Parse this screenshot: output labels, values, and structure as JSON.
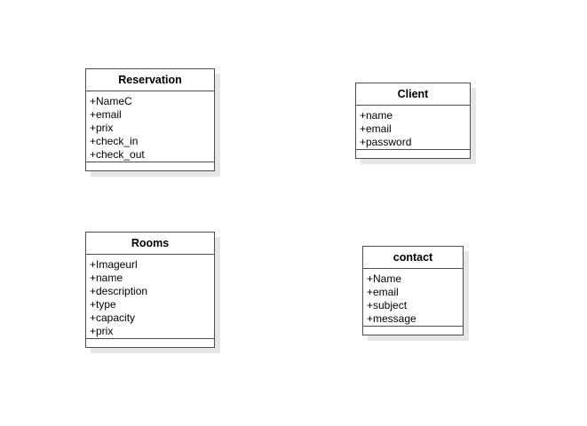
{
  "colors": {
    "border": "#4d4d4d",
    "shadow": "#e6e6e6",
    "background": "#ffffff",
    "text": "#000000"
  },
  "classes": {
    "reservation": {
      "name": "Reservation",
      "attributes": [
        "+NameC",
        "+email",
        "+prix",
        "+check_in",
        "+check_out"
      ]
    },
    "client": {
      "name": "Client",
      "attributes": [
        "+name",
        "+email",
        "+password"
      ]
    },
    "rooms": {
      "name": "Rooms",
      "attributes": [
        "+Imageurl",
        "+name",
        "+description",
        "+type",
        "+capacity",
        "+prix"
      ]
    },
    "contact": {
      "name": "contact",
      "attributes": [
        "+Name",
        "+email",
        "+subject",
        "+message"
      ]
    }
  }
}
